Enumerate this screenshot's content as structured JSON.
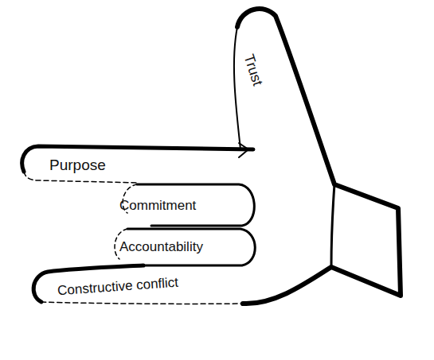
{
  "diagram": {
    "labels": [
      "Trust",
      "Purpose",
      "Commitment",
      "Accountability",
      "Constructive conflict"
    ]
  }
}
